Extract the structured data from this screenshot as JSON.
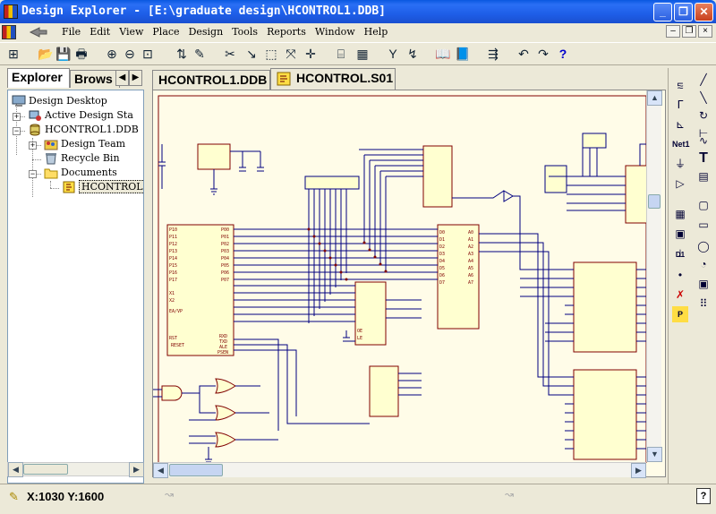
{
  "window": {
    "title": "Design Explorer - [E:\\graduate design\\HCONTROL1.DDB]",
    "min": "_",
    "max": "❐",
    "close": "✕"
  },
  "menu": {
    "items": [
      "File",
      "Edit",
      "View",
      "Place",
      "Design",
      "Tools",
      "Reports",
      "Window",
      "Help"
    ],
    "mdi_min": "–",
    "mdi_max": "❐",
    "mdi_close": "×"
  },
  "left_panel": {
    "tabs": [
      "Explorer",
      "Brows"
    ],
    "tree": [
      {
        "label": "Design Desktop",
        "level": 0
      },
      {
        "label": "Active Design Sta",
        "level": 1
      },
      {
        "label": "HCONTROL1.DDB",
        "level": 1
      },
      {
        "label": "Design Team",
        "level": 2
      },
      {
        "label": "Recycle Bin",
        "level": 2
      },
      {
        "label": "Documents",
        "level": 2
      },
      {
        "label": "HCONTROL.SC",
        "level": 3
      }
    ]
  },
  "doc_tabs": [
    "HCONTROL1.DDB",
    "HCONTROL.S01"
  ],
  "status": {
    "coords": "X:1030 Y:1600",
    "help": "?"
  },
  "schematic": {
    "labels": [
      "P10",
      "P11",
      "P12",
      "P13",
      "P14",
      "P15",
      "P16",
      "P17",
      "P00",
      "P01",
      "P02",
      "P03",
      "P04",
      "P05",
      "P06",
      "P07",
      "RST",
      "EA/VP",
      "X1",
      "X2",
      "RXD",
      "TXD",
      "ALE",
      "PSEN",
      "D0",
      "D1",
      "D2",
      "D3",
      "D4",
      "D5",
      "D6",
      "D7",
      "A0",
      "A1",
      "A2",
      "A3",
      "A4",
      "A5",
      "A6",
      "A7",
      "OE",
      "LE",
      "RESET"
    ]
  },
  "colors": {
    "titlebar": "#1e5ee8",
    "canvas": "#fffce8",
    "wire": "#000080",
    "part": "#800000",
    "part_fill": "#ffffd0"
  }
}
